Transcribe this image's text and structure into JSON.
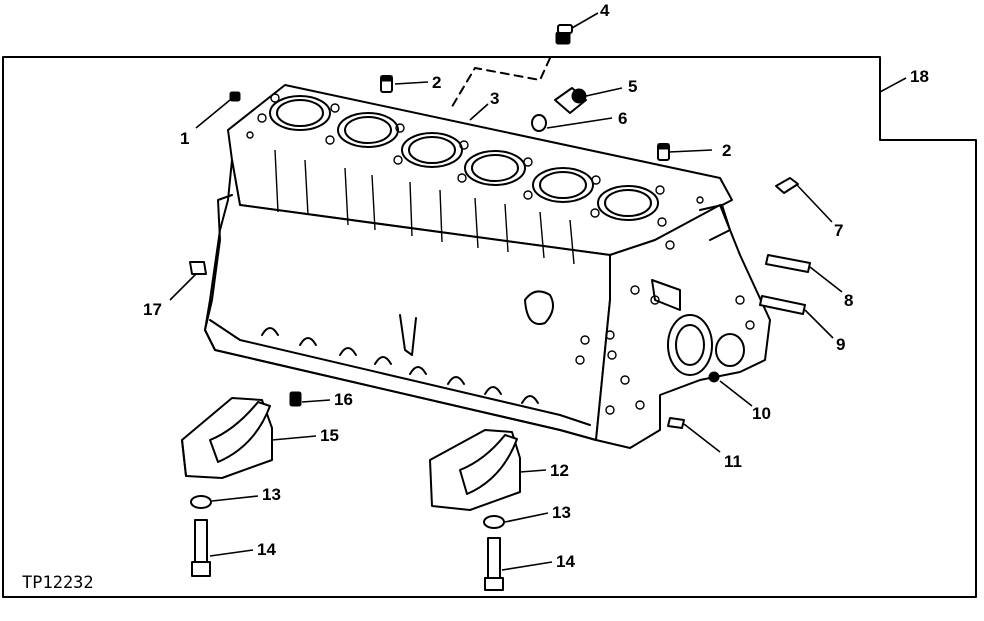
{
  "diagram": {
    "figure_id": "TP12232",
    "callouts": [
      "1",
      "2",
      "2",
      "3",
      "4",
      "5",
      "6",
      "7",
      "8",
      "9",
      "10",
      "11",
      "12",
      "13",
      "13",
      "14",
      "14",
      "15",
      "16",
      "17",
      "18"
    ]
  }
}
